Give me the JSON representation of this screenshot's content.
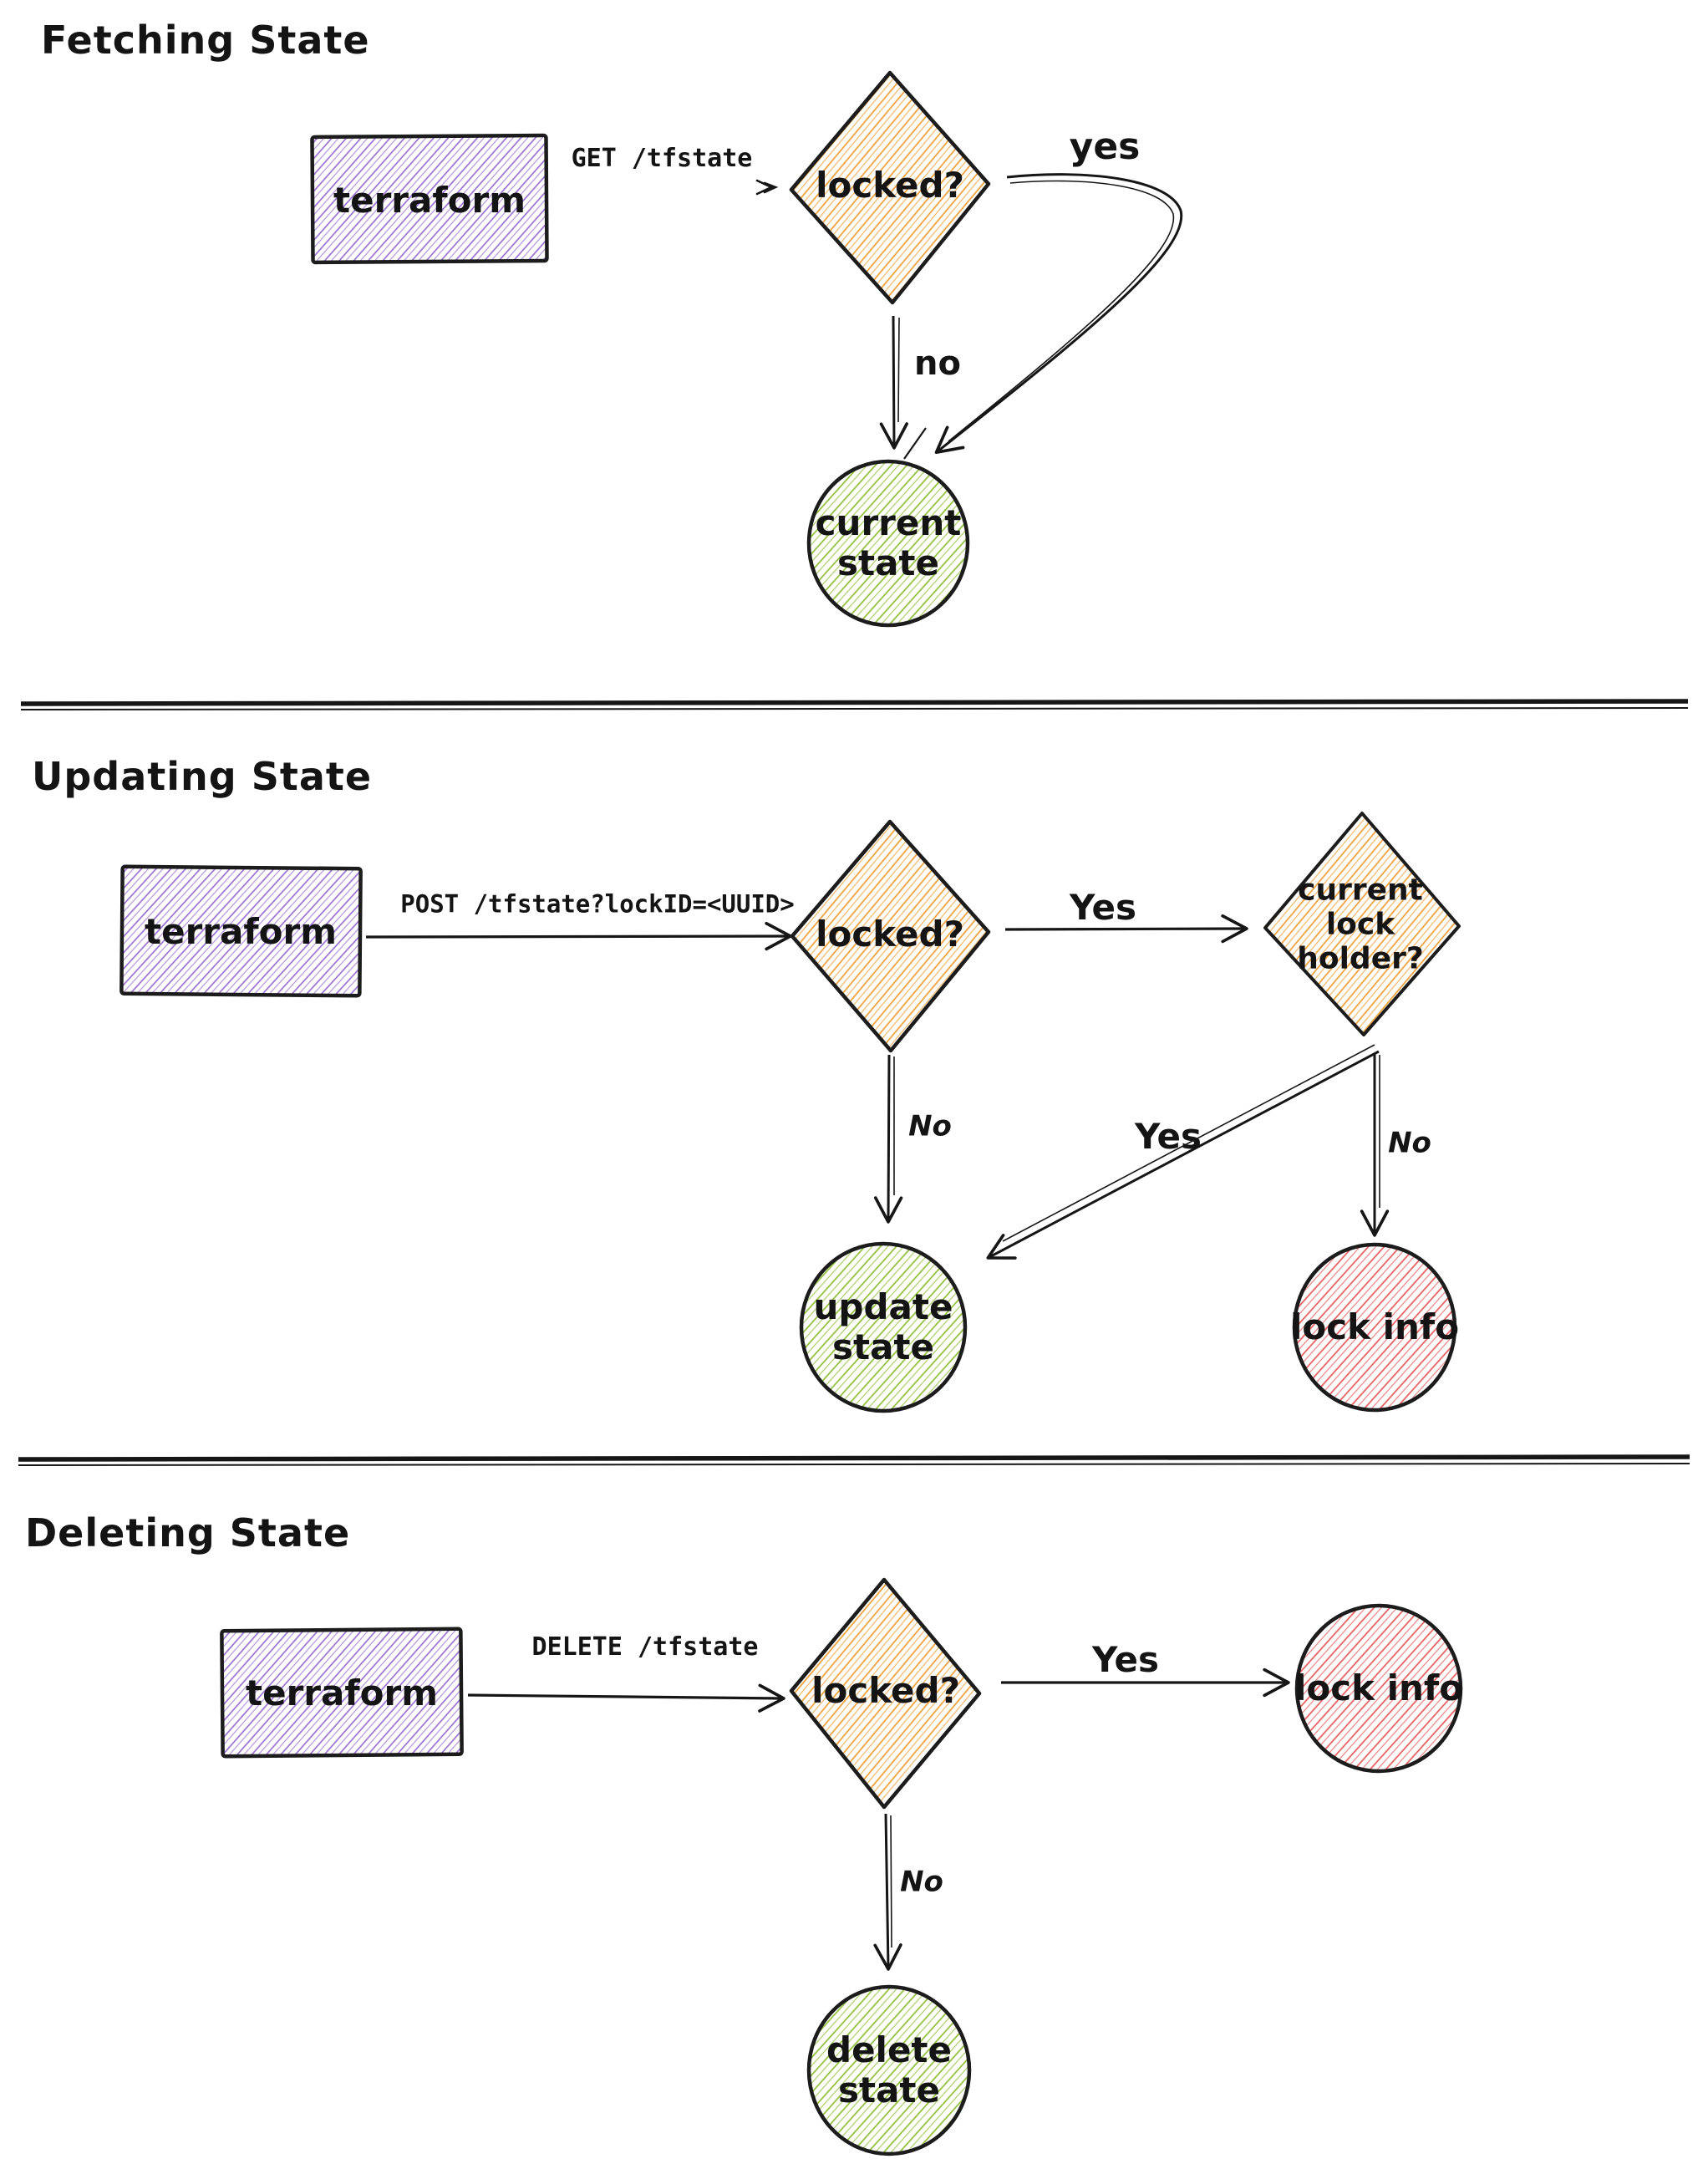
{
  "colors": {
    "actor_fill": "#9a6fd1",
    "decision_fill": "#f0a23c",
    "success_fill": "#93c13d",
    "error_fill": "#e86161",
    "ink": "#161616"
  },
  "fetching": {
    "title": "Fetching State",
    "actor": "terraform",
    "request": "GET /tfstate",
    "decision": "locked?",
    "yes": "yes",
    "no": "no",
    "result": "current\nstate"
  },
  "updating": {
    "title": "Updating State",
    "actor": "terraform",
    "request": "POST /tfstate?lockID=<UUID>",
    "decision": "locked?",
    "decision_yes": "Yes",
    "decision_no": "No",
    "holder_decision": "current\nlock\nholder?",
    "holder_yes": "Yes",
    "holder_no": "No",
    "update_result": "update\nstate",
    "lock_result": "lock info"
  },
  "deleting": {
    "title": "Deleting State",
    "actor": "terraform",
    "request": "DELETE /tfstate",
    "decision": "locked?",
    "yes": "Yes",
    "no": "No",
    "lock_result": "lock info",
    "delete_result": "delete\nstate"
  }
}
